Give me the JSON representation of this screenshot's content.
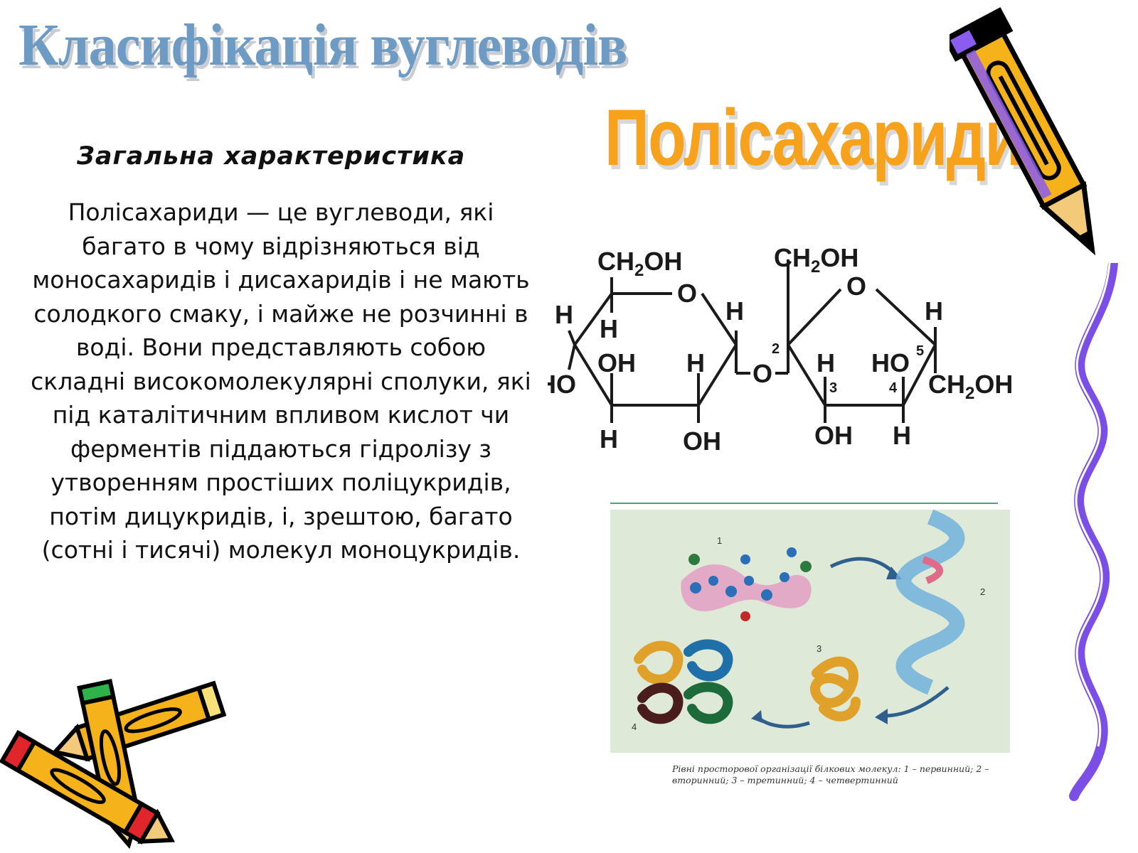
{
  "title": "Класифікація вуглеводів",
  "wordart_heading": "Полісахариди",
  "section_heading": "Загальна характеристика",
  "body_text": "Полісахариди — це вуглеводи, які багато в чому відрізняються від моносахаридів і дисахаридів і не мають солодкого смаку, і майже не розчинні в воді. Вони представляють собою складні високомолекулярні сполуки, які під каталітичним впливом кислот чи ферментів піддаються гідролізу з утворенням простіших поліцукридів, потім дицукридів, і, зрештою, багато (сотні і тисячі) молекул моноцукридів.",
  "structure_labels": {
    "ch2oh": "CH",
    "sub2": "2",
    "oh": "OH",
    "h": "H",
    "o": "O",
    "ho": "HO",
    "n2": "2",
    "n3": "3",
    "n4": "4",
    "n5": "5"
  },
  "figure": {
    "labels": [
      "1",
      "2",
      "3",
      "4"
    ],
    "caption": "Рівні просторової організації білкових молекул: 1 – первинний; 2 – вторинний; 3 – третинний; 4 – четвертинний"
  },
  "colors": {
    "title": "#6d9bc3",
    "wordart": "#f7a21d",
    "pencil_body": "#f6b21b",
    "squiggle": "#7b4fe6",
    "figure_bg": "#dfe9d7"
  },
  "icons": [
    "pencil-icon",
    "crossed-pencils-icon",
    "squiggle-line"
  ]
}
